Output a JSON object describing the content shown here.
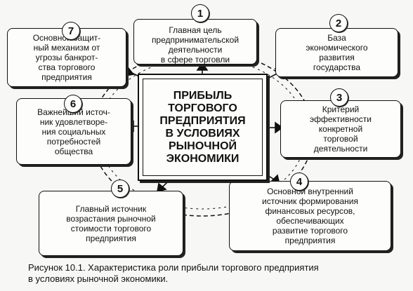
{
  "center": {
    "title": "ПРИБЫЛЬ\nТОРГОВОГО\nПРЕДПРИЯТИЯ\nВ УСЛОВИЯХ\nРЫНОЧНОЙ\nЭКОНОМИКИ"
  },
  "roles": [
    {
      "num": "1",
      "text": "Главная цель\nпредпринимательской\nдеятельности\nв сфере торговли"
    },
    {
      "num": "2",
      "text": "База\nэкономического\nразвития\nгосударства"
    },
    {
      "num": "3",
      "text": "Критерий\nэффективности\nконкретной\nторговой\nдеятельности"
    },
    {
      "num": "4",
      "text": "Основной внутренний\nисточник формирования\nфинансовых ресурсов,\nобеспечивающих\nразвитие торгового\nпредприятия"
    },
    {
      "num": "5",
      "text": "Главный источник\nвозрастания рыночной\nстоимости торгового\nпредприятия"
    },
    {
      "num": "6",
      "text": "Важнейший источ-\nник удовлетворе-\nния социальных\nпотребностей\nобщества"
    },
    {
      "num": "7",
      "text": "Основной защит-\nный механизм от\nугрозы банкрот-\nства торгового\nпредприятия"
    }
  ],
  "caption": "Рисунок 10.1. Характеристика роли прибыли торгового предприятия\n          в условиях рыночной экономики."
}
